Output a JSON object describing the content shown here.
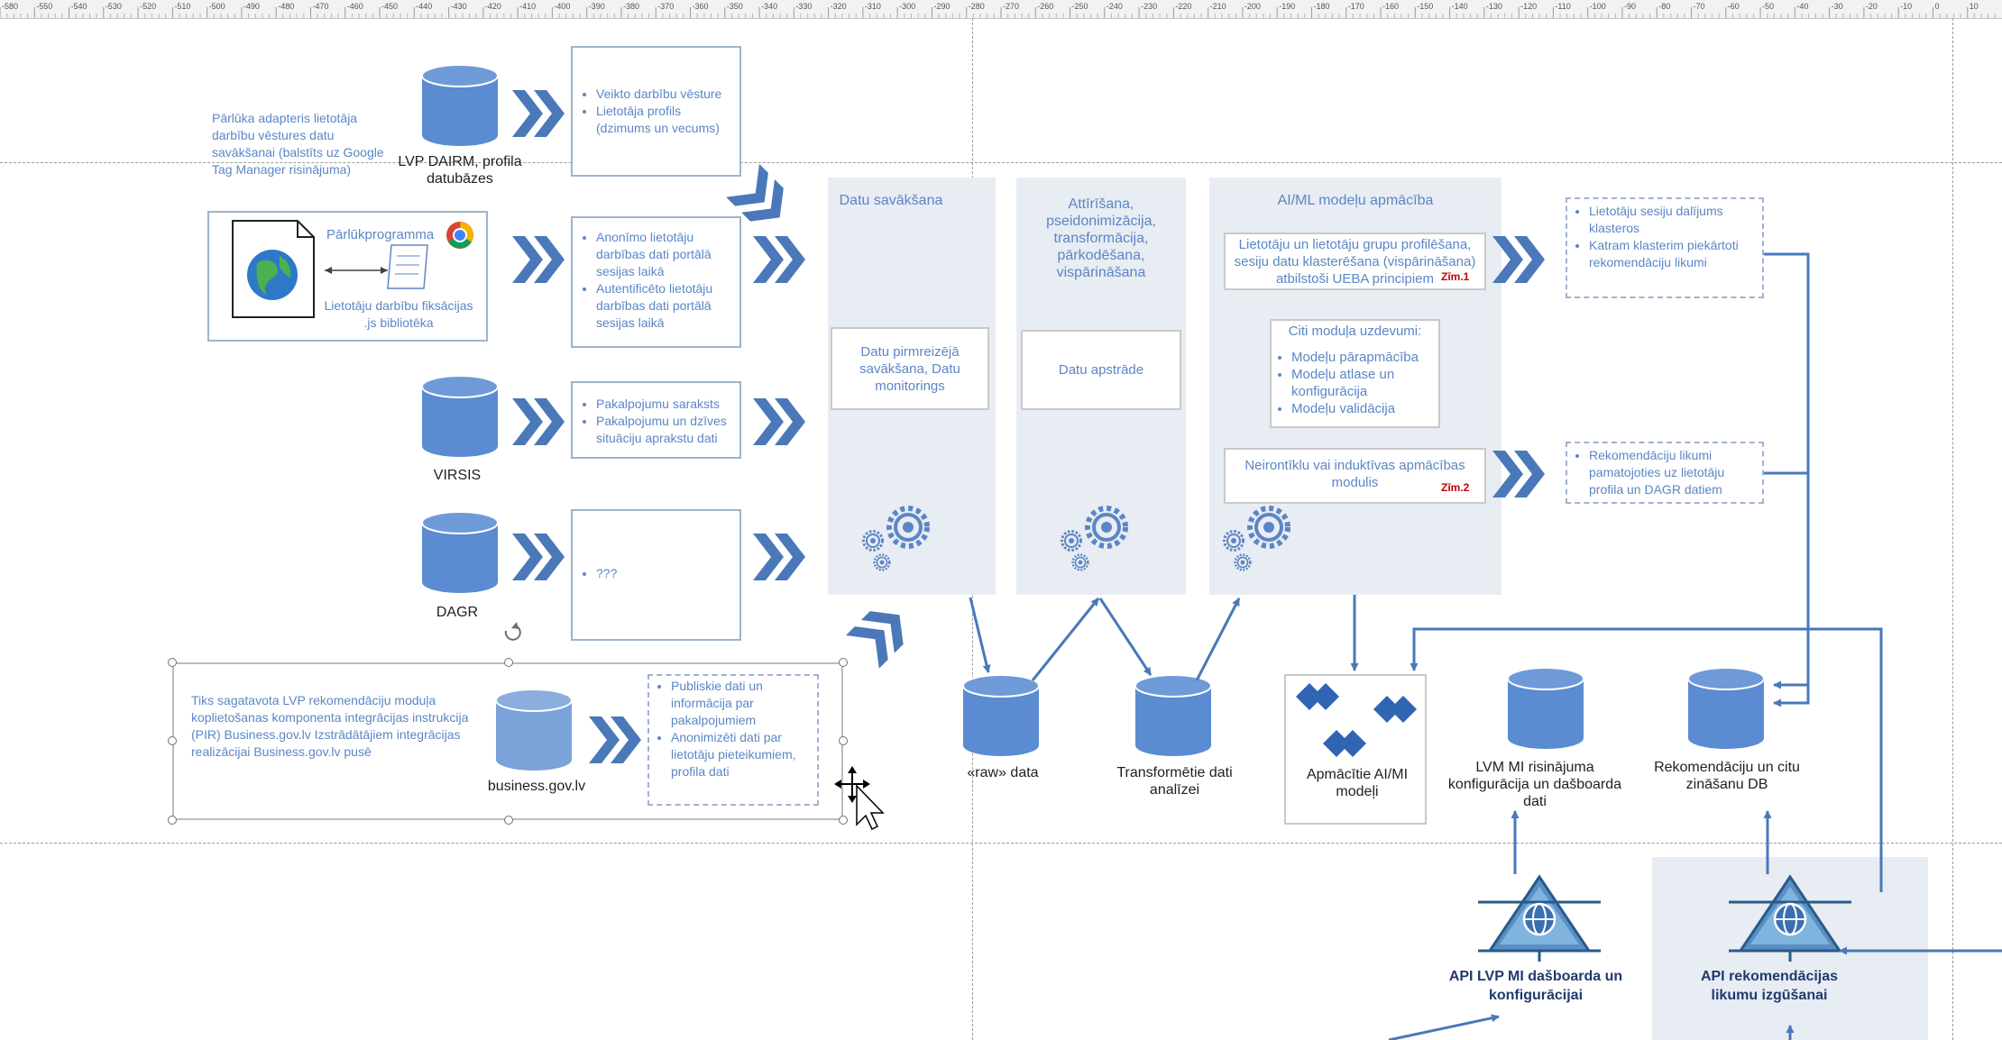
{
  "ruler": {
    "ticks": [
      "-580",
      "-550",
      "-540",
      "-530",
      "-520",
      "-510",
      "-500",
      "-490",
      "-480",
      "-470",
      "-460",
      "-450",
      "-440",
      "-430",
      "-420",
      "-410",
      "-400",
      "-390",
      "-380",
      "-370",
      "-360",
      "-350",
      "-340",
      "-330",
      "-320",
      "-310",
      "-300",
      "-290",
      "-280",
      "-270",
      "-260",
      "-250",
      "-240",
      "-230",
      "-220",
      "-210",
      "-200",
      "-190",
      "-180",
      "-170",
      "-160",
      "-150",
      "-140",
      "-130",
      "-120",
      "-110",
      "-100",
      "-90",
      "-80",
      "-70",
      "-60",
      "-50",
      "-40",
      "-30",
      "-20",
      "-10",
      "0",
      "10"
    ]
  },
  "left": {
    "collector_note": "Pārlūka adapteris lietotāja darbību vēstures datu savākšanai (balstīts uz Google Tag Manager risinājuma)",
    "db_dairm_label": "LVP DAIRM, profila datubāzes",
    "box1_items": [
      "Veikto darbību vēsture",
      "Lietotāja profils (dzimums un vecums)"
    ],
    "browser_label": "Pārlūkprogramma",
    "js_label": "Lietotāju darbību fiksācijas .js bibliotēka",
    "box2_items": [
      "Anonīmo lietotāju darbības dati portālā sesijas laikā",
      "Autentificēto lietotāju darbības dati portālā sesijas laikā"
    ],
    "db_virsis_label": "VIRSIS",
    "box3_items": [
      "Pakalpojumu saraksts",
      "Pakalpojumu un dzīves situāciju aprakstu dati"
    ],
    "db_dagr_label": "DAGR",
    "box4_items": [
      "???"
    ],
    "future_note": "Tiks sagatavota LVP rekomendāciju moduļa koplietošanas komponenta integrācijas instrukcija (PIR) Business.gov.lv Izstrādātājiem integrācijas realizācijai Business.gov.lv pusē",
    "db_business_label": "business.gov.lv",
    "box5_items": [
      "Publiskie dati un informācija par pakalpojumiem",
      "Anonimizēti dati par lietotāju pieteikumiem, profila dati"
    ]
  },
  "stages": {
    "collect_title": "Datu savākšana",
    "collect_inner": "Datu pirmreizējā savākšana, Datu monitorings",
    "clean_title": "Attīrīšana, pseidonimizācija, transformācija, pārkodēšana, vispārināšana",
    "clean_inner": "Datu apstrāde",
    "ml_title": "AI/ML modeļu apmācība",
    "ml_box1": "Lietotāju un lietotāju grupu profilēšana, sesiju datu klasterēšana (vispārināšana) atbilstoši UEBA principiem",
    "ml_box1_tag": "Zīm.1",
    "ml_box2_title": "Citi moduļa uzdevumi:",
    "ml_box2_items": [
      "Modeļu pārapmācība",
      "Modeļu atlase un konfigurācija",
      "Modeļu validācija"
    ],
    "ml_box3": "Neirontīklu vai induktīvas apmācības modulis",
    "ml_box3_tag": "Zīm.2"
  },
  "outputs": {
    "out1_items": [
      "Lietotāju sesiju dalījums klasteros",
      "Katram klasterim piekārtoti rekomendāciju likumi"
    ],
    "out2_items": [
      "Rekomendāciju likumi pamatojoties uz lietotāju profila un DAGR datiem"
    ]
  },
  "storage": {
    "raw_label": "«raw» data",
    "transformed_label": "Transformētie dati analīzei",
    "models_label": "Apmācītie AI/MI modeļi",
    "config_label": "LVM MI risinājuma konfigurācija un dašboarda dati",
    "rules_label": "Rekomendāciju un citu zināšanu DB"
  },
  "api": {
    "api1_label": "API LVP MI dašboarda un konfigurācijai",
    "api2_label": "API rekomendācijas likumu izgūšanai"
  },
  "colors": {
    "accent": "#5b86c5",
    "db_fill": "#5b8bd0",
    "panel": "#e8ecf3",
    "tag_red": "#c00000"
  },
  "icons": [
    "database-icon",
    "double-chevron-icon",
    "gear-icon",
    "globe-icon",
    "chrome-icon",
    "script-icon",
    "diamond-icon",
    "api-icon",
    "move-cursor-icon",
    "rotate-handle-icon"
  ]
}
